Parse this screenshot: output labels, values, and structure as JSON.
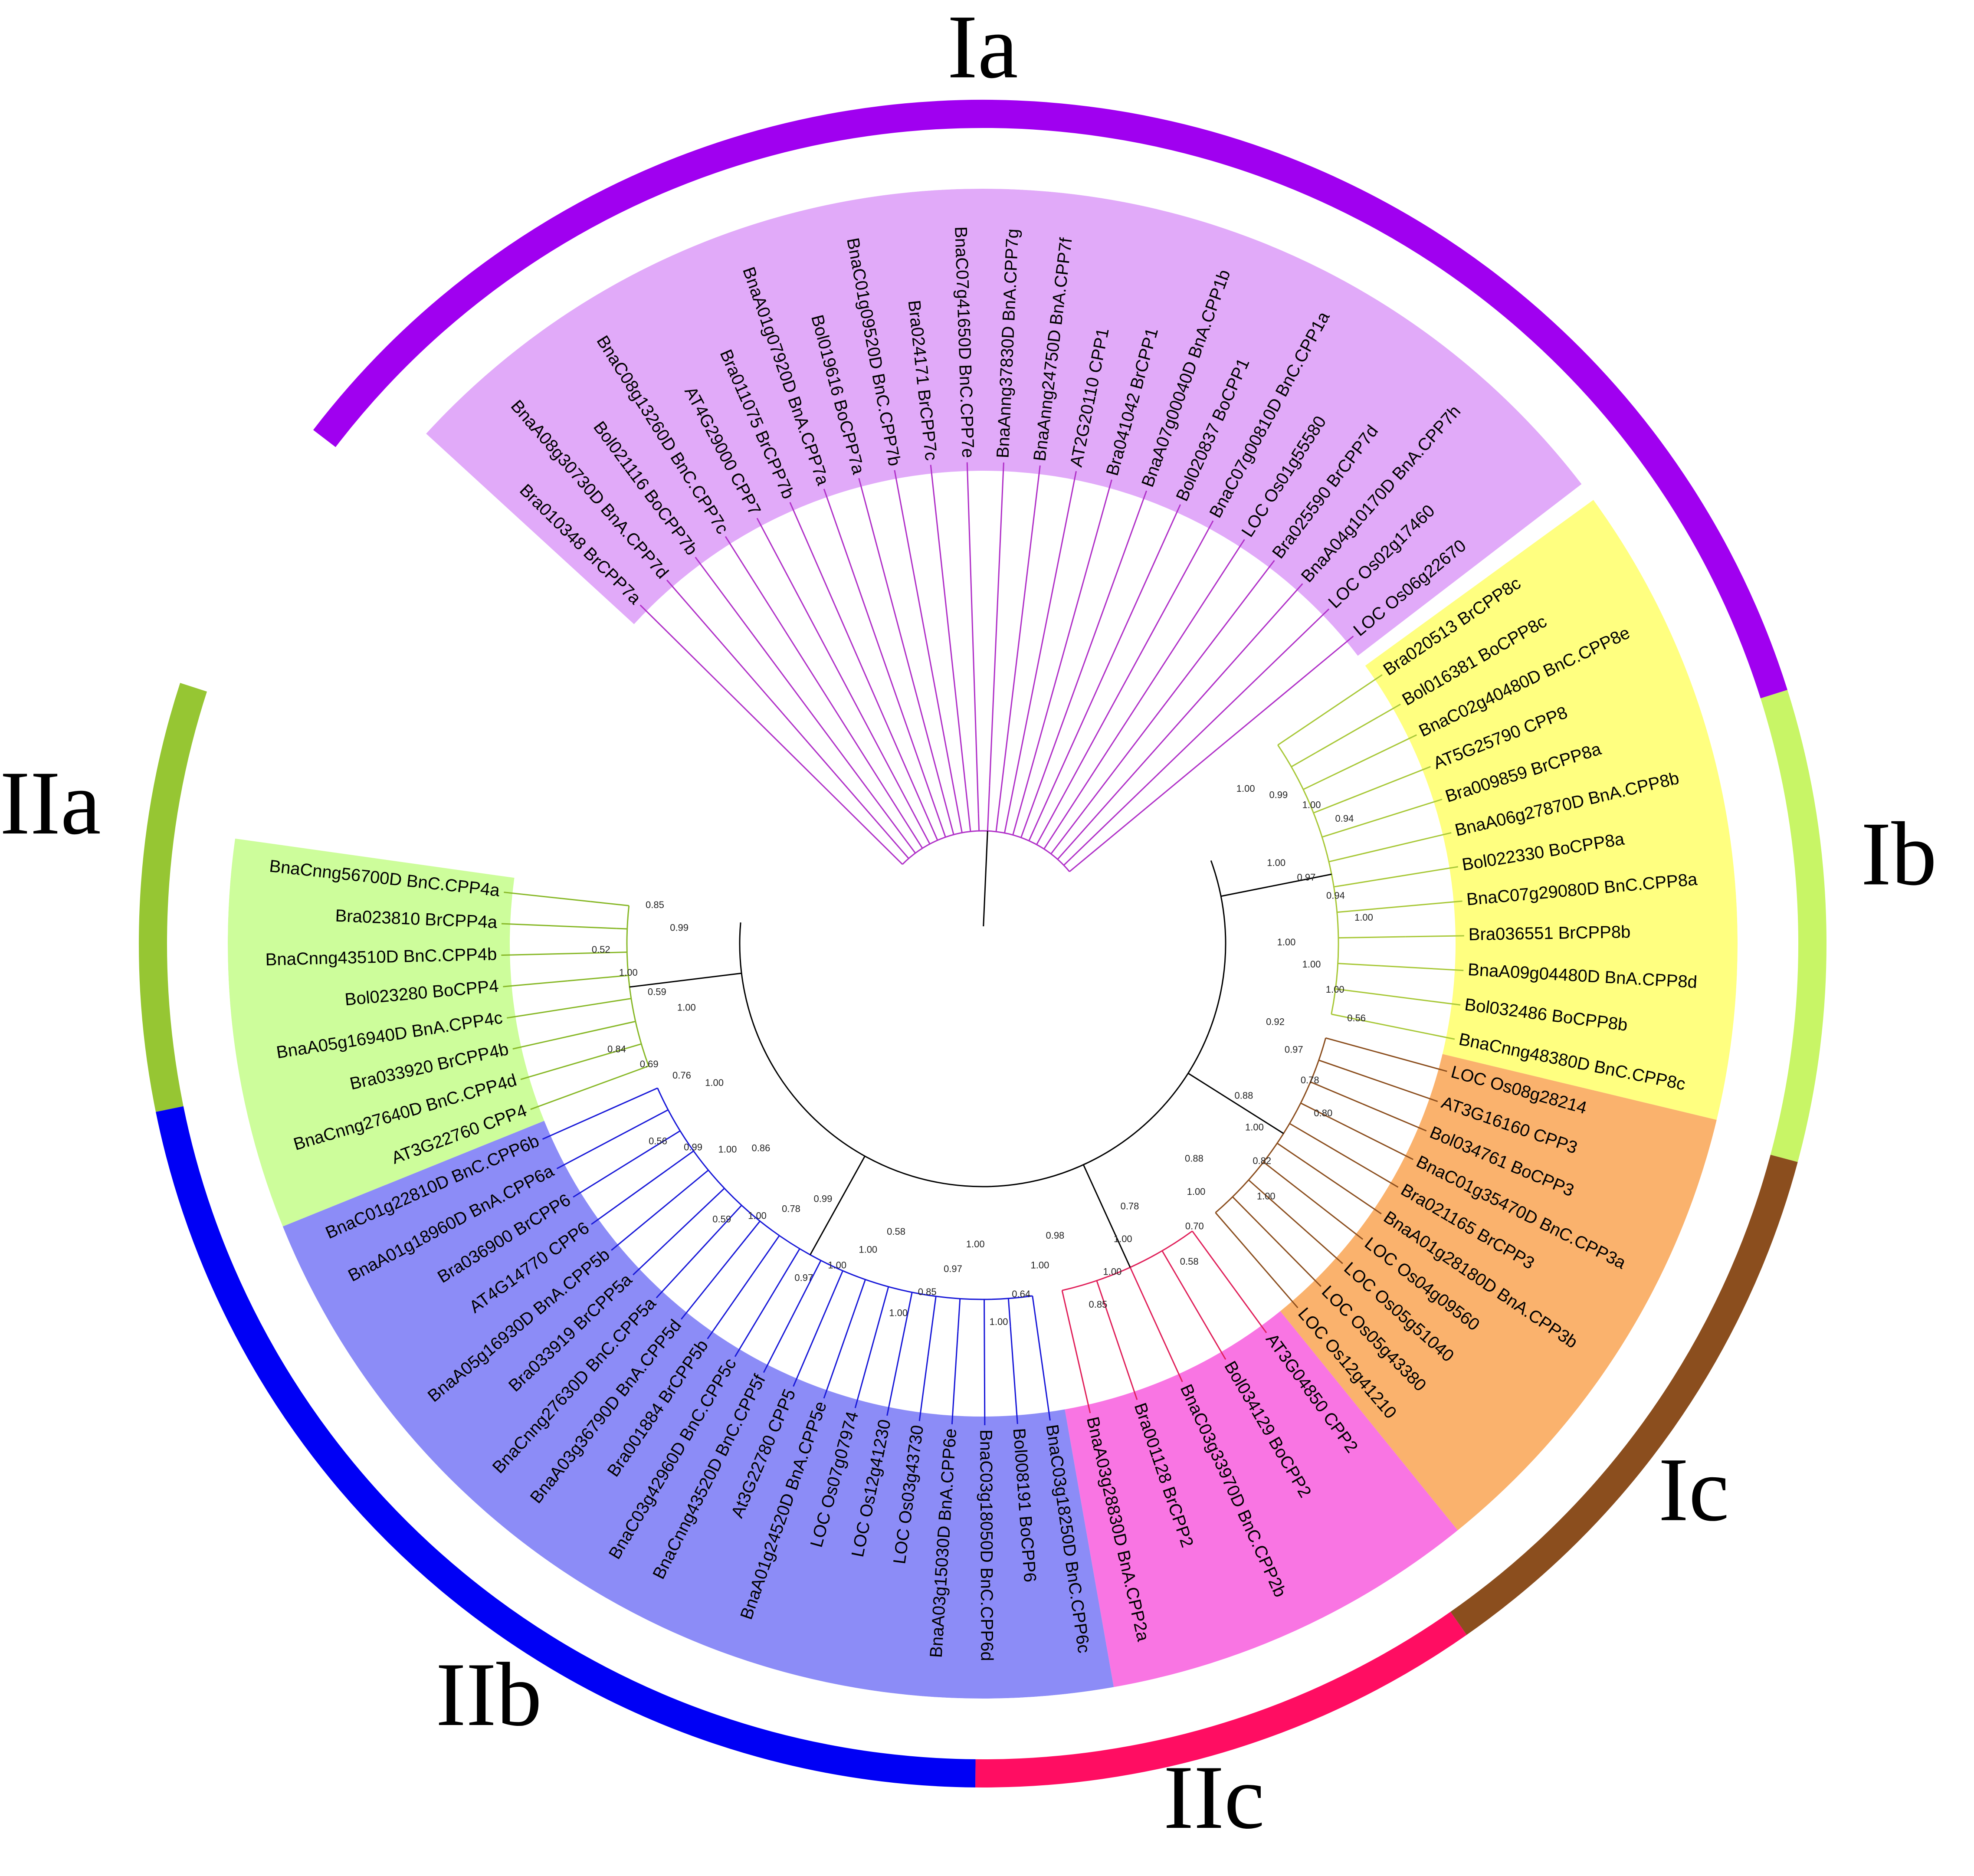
{
  "clades": [
    {
      "id": "Ia",
      "label": "Ia",
      "band": "#E1AAF9",
      "ring": "#A000F0",
      "branch": "#B030C8",
      "leaves": [
        "Bra010348 BrCPP7a",
        "BnaA08g30730D BnA.CPP7d",
        "Bol021116 BoCPP7b",
        "BnaC08g13260D BnC.CPP7c",
        "AT4G29000 CPP7",
        "Bra011075 BrCPP7b",
        "BnaA01g07920D BnA.CPP7a",
        "Bol019616 BoCPP7a",
        "BnaC01g09520D BnC.CPP7b",
        "Bra024171 BrCPP7c",
        "BnaC07g41650D BnC.CPP7e",
        "BnaAnng37830D BnA.CPP7g",
        "BnaAnng24750D BnA.CPP7f",
        "AT2G20110 CPP1",
        "Bra041042 BrCPP1",
        "BnaA07g00040D BnA.CPP1b",
        "Bol020837 BoCPP1",
        "BnaC07g00810D BnC.CPP1a",
        "LOC Os01g55580",
        "Bra025590 BrCPP7d",
        "BnaA04g10170D BnA.CPP7h",
        "LOC Os02g17460",
        "LOC Os06g22670"
      ]
    },
    {
      "id": "Ib",
      "label": "Ib",
      "band": "#FFFF80",
      "ring": "#C8F566",
      "branch": "#A8C838",
      "leaves": [
        "Bra020513 BrCPP8c",
        "Bol016381 BoCPP8c",
        "BnaC02g40480D BnC.CPP8e",
        "AT5G25790 CPP8",
        "Bra009859 BrCPP8a",
        "BnaA06g27870D BnA.CPP8b",
        "Bol022330 BoCPP8a",
        "BnaC07g29080D BnC.CPP8a",
        "Bra036551 BrCPP8b",
        "BnaA09g04480D BnA.CPP8d",
        "Bol032486 BoCPP8b",
        "BnaCnng48380D BnC.CPP8c"
      ]
    },
    {
      "id": "Ic",
      "label": "Ic",
      "band": "#FAB26D",
      "ring": "#8B4E1E",
      "branch": "#8B4E1E",
      "leaves": [
        "LOC Os08g28214",
        "AT3G16160 CPP3",
        "Bol034761 BoCPP3",
        "BnaC01g35470D BnC.CPP3a",
        "Bra021165 BrCPP3",
        "BnaA01g28180D BnA.CPP3b",
        "LOC Os04g09560",
        "LOC Os05g51040",
        "LOC Os05g43380",
        "LOC Os12g41210"
      ]
    },
    {
      "id": "IIc",
      "label": "IIc",
      "band": "#F975E3",
      "ring": "#FF0D62",
      "branch": "#E0205A",
      "leaves": [
        "AT3G04850 CPP2",
        "Bol034129 BoCPP2",
        "BnaC03g33970D BnC.CPP2b",
        "Bra001128 BrCPP2",
        "BnaA03g28830D BnA.CPP2a"
      ]
    },
    {
      "id": "IIb",
      "label": "IIb",
      "band": "#8C8CF7",
      "ring": "#0000F5",
      "branch": "#1818D8",
      "leaves": [
        "BnaC03g18250D BnC.CPP6c",
        "Bol008191 BoCPP6",
        "BnaC03g18050D BnC.CPP6d",
        "BnaA03g15030D BnA.CPP6e",
        "LOC Os03g43730",
        "LOC Os12g41230",
        "LOC Os07g07974",
        "BnaA01g24520D BnA.CPP5e",
        "At3G22780 CPP5",
        "BnaCnng43520D BnC.CPP5f",
        "BnaC03g42960D BnC.CPP5c",
        "Bra001884 BrCPP5b",
        "BnaA03g36790D BnA.CPP5d",
        "BnaCnng27630D BnC.CPP5a",
        "Bra033919 BrCPP5a",
        "BnaA05g16930D BnA.CPP5b",
        "AT4G14770 CPP6",
        "Bra036900 BrCPP6",
        "BnaA01g18960D BnA.CPP6a",
        "BnaC01g22810D BnC.CPP6b"
      ]
    },
    {
      "id": "IIa",
      "label": "IIa",
      "band": "#CDFD9B",
      "ring": "#96C633",
      "branch": "#88B828",
      "leaves": [
        "AT3G22760 CPP4",
        "BnaCnng27640D BnC.CPP4d",
        "Bra033920 BrCPP4b",
        "BnaA05g16940D BnA.CPP4c",
        "Bol023280 BoCPP4",
        "BnaCnng43510D BnC.CPP4b",
        "Bra023810 BrCPP4a",
        "BnaCnng56700D BnC.CPP4a"
      ]
    }
  ],
  "bootstrap_values": [
    "1.00",
    "0.99",
    "1.00",
    "0.94",
    "1.00",
    "0.97",
    "0.94",
    "1.00",
    "1.00",
    "1.00",
    "1.00",
    "0.56",
    "0.92",
    "0.97",
    "0.78",
    "0.80",
    "0.88",
    "1.00",
    "0.82",
    "1.00",
    "0.88",
    "1.00",
    "0.70",
    "0.58",
    "0.78",
    "1.00",
    "1.00",
    "0.85",
    "0.98",
    "1.00",
    "0.64",
    "1.00",
    "1.00",
    "0.97",
    "0.85",
    "1.00",
    "0.58",
    "1.00",
    "1.00",
    "0.97",
    "0.99",
    "0.78",
    "1.00",
    "0.59",
    "0.86",
    "1.00",
    "0.99",
    "0.56",
    "1.00",
    "0.76",
    "0.69",
    "0.84",
    "1.00",
    "0.59",
    "1.00",
    "0.52",
    "0.99",
    "0.85"
  ]
}
